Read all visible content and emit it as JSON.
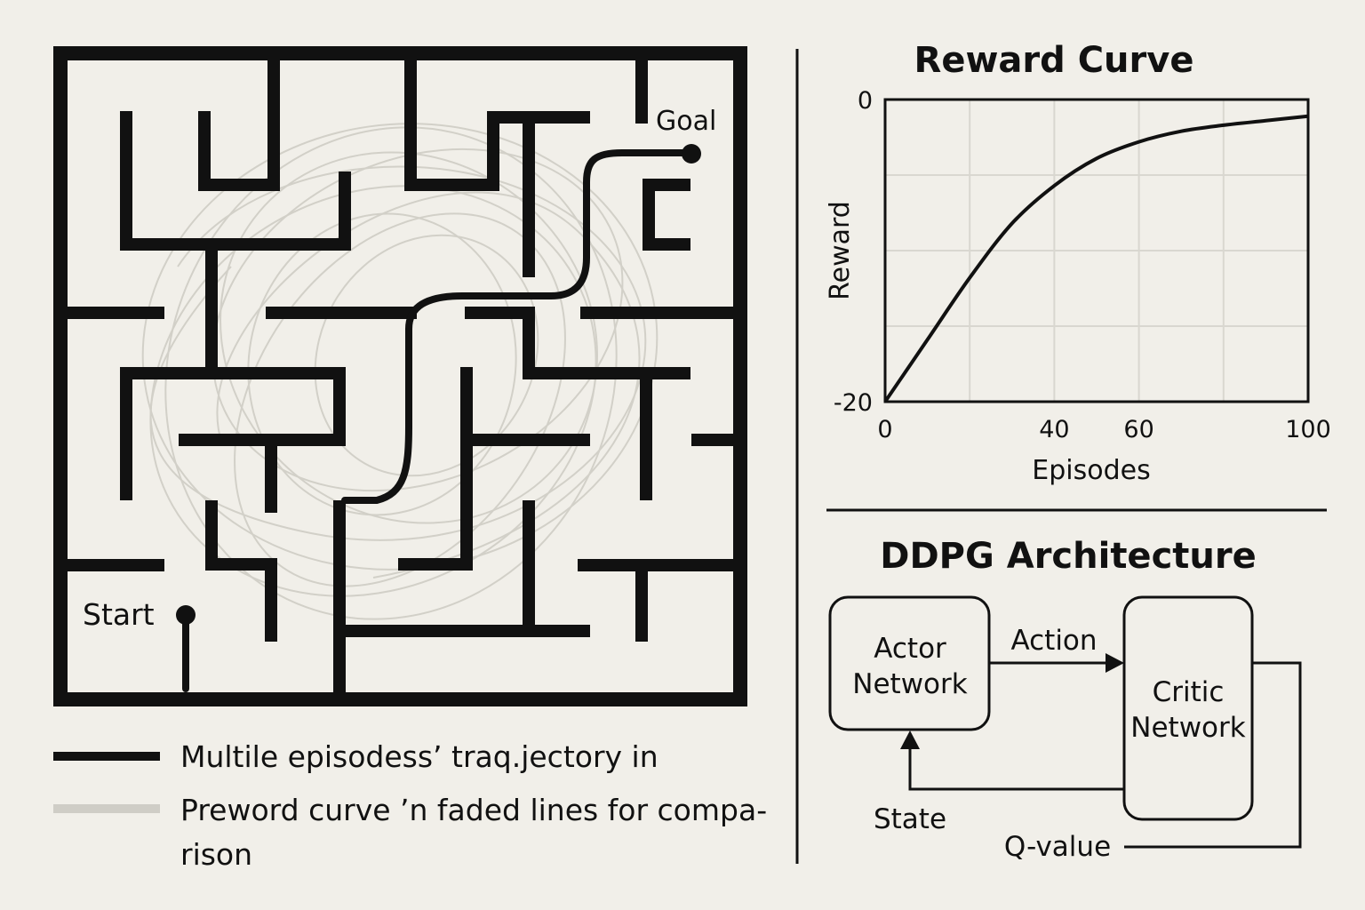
{
  "maze": {
    "goal_label": "Goal",
    "start_label": "Start"
  },
  "legend": {
    "items": [
      {
        "text": "Multile episodess’ traq.jectory in",
        "color": "#111111"
      },
      {
        "text_line1": "Preword curve ’n faded lines for compa-",
        "text_line2": "rison",
        "color": "#cfcdc6"
      }
    ]
  },
  "chart_data": {
    "type": "line",
    "title": "Reward Curve",
    "xlabel": "Episodes",
    "ylabel": "Reward",
    "xlim": [
      0,
      100
    ],
    "ylim": [
      -20,
      0
    ],
    "x_ticks": [
      0,
      40,
      60,
      100
    ],
    "y_ticks": [
      0,
      -20
    ],
    "grid": true,
    "series": [
      {
        "x": [
          0,
          10,
          20,
          30,
          40,
          50,
          60,
          70,
          80,
          90,
          100
        ],
        "y": [
          -20,
          -15.9,
          -11.8,
          -8.2,
          -5.7,
          -3.9,
          -2.8,
          -2.1,
          -1.7,
          -1.4,
          -1.1
        ]
      }
    ]
  },
  "ddpg": {
    "title": "DDPG Architecture",
    "actor_line1": "Actor",
    "actor_line2": "Network",
    "critic_line1": "Critic",
    "critic_line2": "Network",
    "action_label": "Action",
    "state_label": "State",
    "qvalue_label": "Q-value"
  },
  "colors": {
    "background": "#f1efe9",
    "ink": "#111111",
    "faded": "#cfcdc6",
    "grid": "#d9d7d0"
  }
}
